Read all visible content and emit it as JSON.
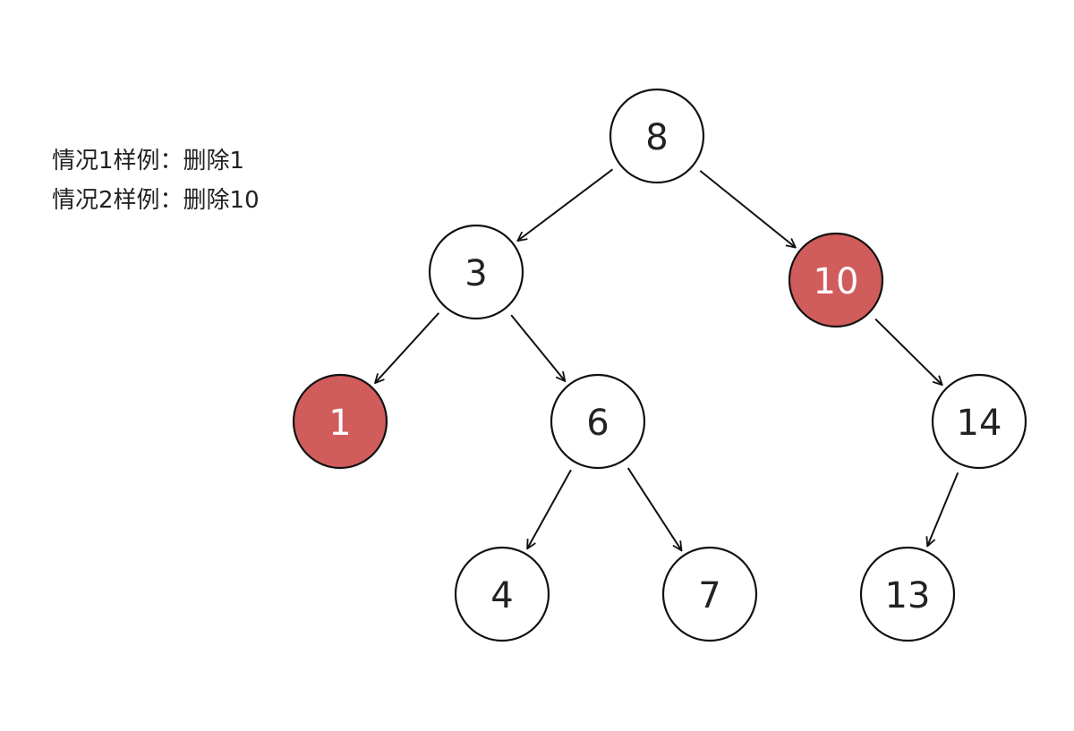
{
  "notes": [
    "情况1样例：删除1",
    "情况2样例：删除10"
  ],
  "colors": {
    "highlight": "#d15c5c",
    "normal": "#ffffff",
    "stroke": "#111111",
    "text": "#222222",
    "highlight_text": "#ffffff"
  },
  "nodes": [
    {
      "id": "8",
      "label": "8",
      "highlight": false
    },
    {
      "id": "3",
      "label": "3",
      "highlight": false
    },
    {
      "id": "10",
      "label": "10",
      "highlight": true
    },
    {
      "id": "1",
      "label": "1",
      "highlight": true
    },
    {
      "id": "6",
      "label": "6",
      "highlight": false
    },
    {
      "id": "14",
      "label": "14",
      "highlight": false
    },
    {
      "id": "4",
      "label": "4",
      "highlight": false
    },
    {
      "id": "7",
      "label": "7",
      "highlight": false
    },
    {
      "id": "13",
      "label": "13",
      "highlight": false
    }
  ],
  "edges": [
    [
      "8",
      "3"
    ],
    [
      "8",
      "10"
    ],
    [
      "3",
      "1"
    ],
    [
      "3",
      "6"
    ],
    [
      "10",
      "14"
    ],
    [
      "6",
      "4"
    ],
    [
      "6",
      "7"
    ],
    [
      "14",
      "13"
    ]
  ]
}
